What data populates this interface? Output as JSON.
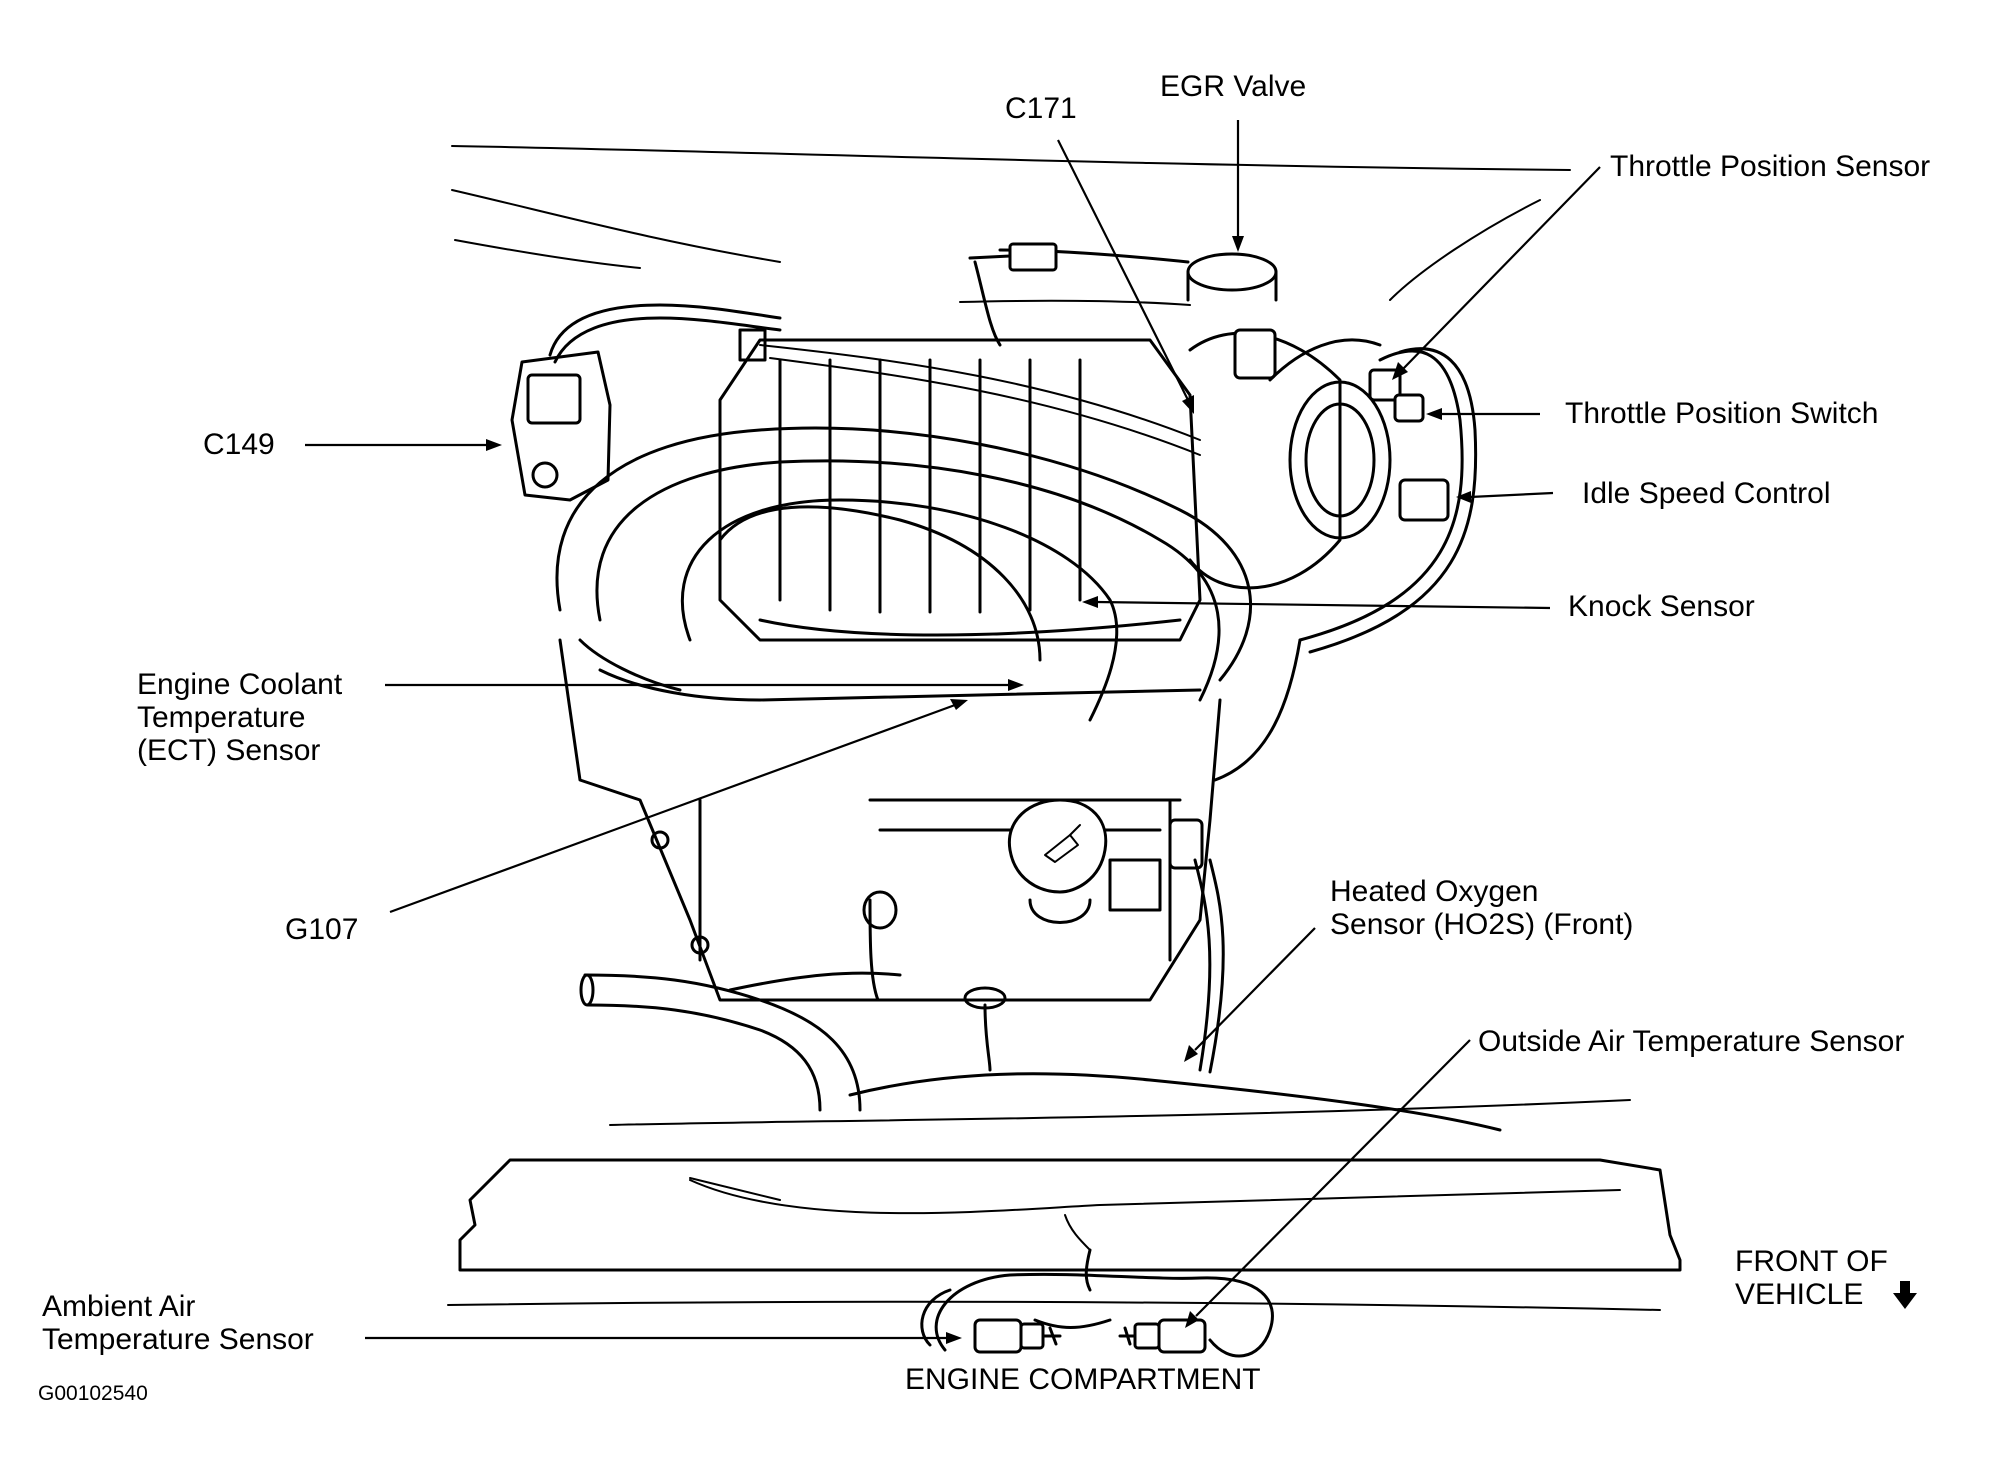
{
  "figure_code": "G00102540",
  "caption": "ENGINE COMPARTMENT",
  "front_indicator": [
    "FRONT OF",
    "VEHICLE"
  ],
  "colors": {
    "ink": "#000000",
    "background": "#ffffff"
  },
  "labels": {
    "egr_valve": "EGR Valve",
    "c171": "C171",
    "throttle_position_sensor": "Throttle Position Sensor",
    "throttle_position_switch": "Throttle Position Switch",
    "idle_speed_control": "Idle Speed Control",
    "knock_sensor": "Knock Sensor",
    "c149": "C149",
    "ect_sensor": [
      "Engine Coolant",
      "Temperature",
      "(ECT) Sensor"
    ],
    "g107": "G107",
    "ho2s_front": [
      "Heated Oxygen",
      "Sensor (HO2S) (Front)"
    ],
    "outside_air_temperature_sensor": "Outside Air Temperature Sensor",
    "ambient_air_temperature_sensor": [
      "Ambient Air",
      "Temperature Sensor"
    ]
  },
  "icons": {
    "front_arrow": "arrow-down-icon",
    "oil_cap": "oil-can-icon"
  }
}
